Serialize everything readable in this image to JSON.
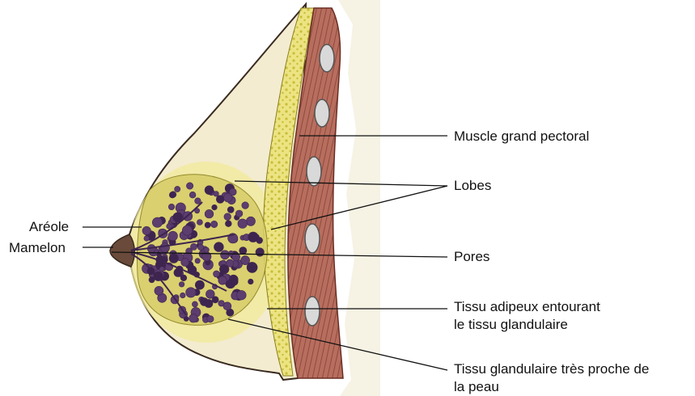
{
  "labels": {
    "muscle": "Muscle grand pectoral",
    "lobes": "Lobes",
    "areole": "Aréole",
    "mamelon": "Mamelon",
    "pores": "Pores",
    "adipeux_line1": "Tissu adipeux entourant",
    "adipeux_line2": "le tissu glandulaire",
    "glandulaire_line1": "Tissu glandulaire très proche de",
    "glandulaire_line2": "la peau"
  },
  "colors": {
    "skin": "#f3ecd0",
    "fat": "#e8e07a",
    "fat_dot": "#c9bd3a",
    "muscle": "#b86e5e",
    "muscle_dark": "#7a3a30",
    "rib": "#d8d8d8",
    "lobe": "#5c3d6e",
    "lobe_dark": "#3e2550",
    "nipple": "#6a4a3a",
    "outline": "#3a2a20",
    "line": "#111111"
  }
}
